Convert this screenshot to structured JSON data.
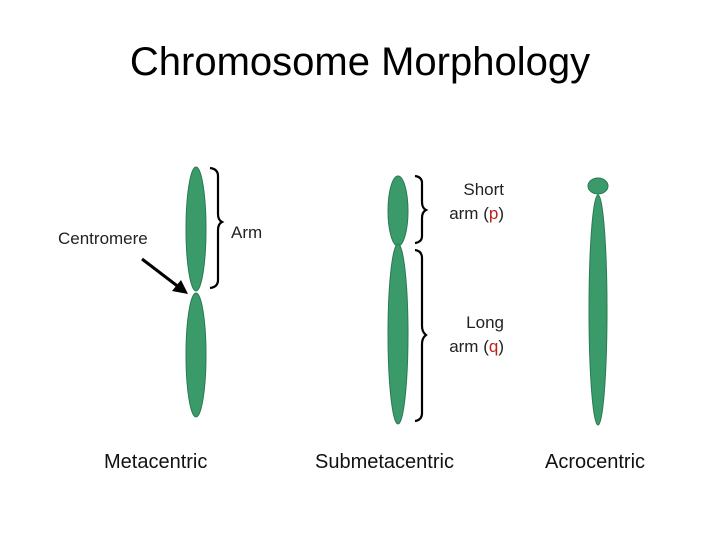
{
  "title": "Chromosome Morphology",
  "labels": {
    "centromere": "Centromere",
    "arm": "Arm",
    "short_arm_line1": "Short",
    "short_arm_prefix": "arm (",
    "short_arm_letter": "p",
    "short_arm_suffix": ")",
    "long_arm_line1": "Long",
    "long_arm_prefix": "arm (",
    "long_arm_letter": "q",
    "long_arm_suffix": ")"
  },
  "types": {
    "metacentric": "Metacentric",
    "submetacentric": "Submetacentric",
    "acrocentric": "Acrocentric"
  },
  "colors": {
    "chromosome": "#3a9a6a",
    "chromosome_outline": "#2a7a52",
    "arm_letter": "#c0201a"
  }
}
